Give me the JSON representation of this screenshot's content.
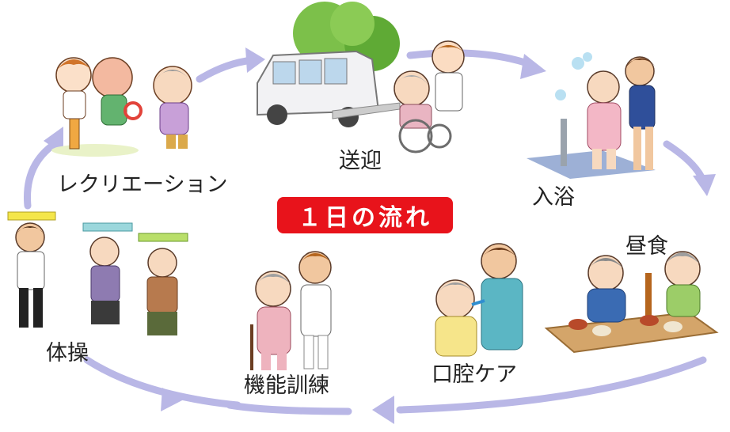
{
  "title": "１日の流れ",
  "colors": {
    "arrow": "#b9b7e6",
    "title_bg": "#e8131b",
    "title_text": "#ffffff",
    "label_text": "#222222"
  },
  "steps": [
    {
      "label": "送迎",
      "icon": "van-pickup-illustration"
    },
    {
      "label": "入浴",
      "icon": "bathing-illustration"
    },
    {
      "label": "昼食",
      "icon": "lunch-illustration"
    },
    {
      "label": "口腔ケア",
      "icon": "oral-care-illustration"
    },
    {
      "label": "機能訓練",
      "icon": "walking-training-illustration"
    },
    {
      "label": "体操",
      "icon": "exercise-illustration"
    },
    {
      "label": "レクリエーション",
      "icon": "recreation-illustration"
    }
  ]
}
